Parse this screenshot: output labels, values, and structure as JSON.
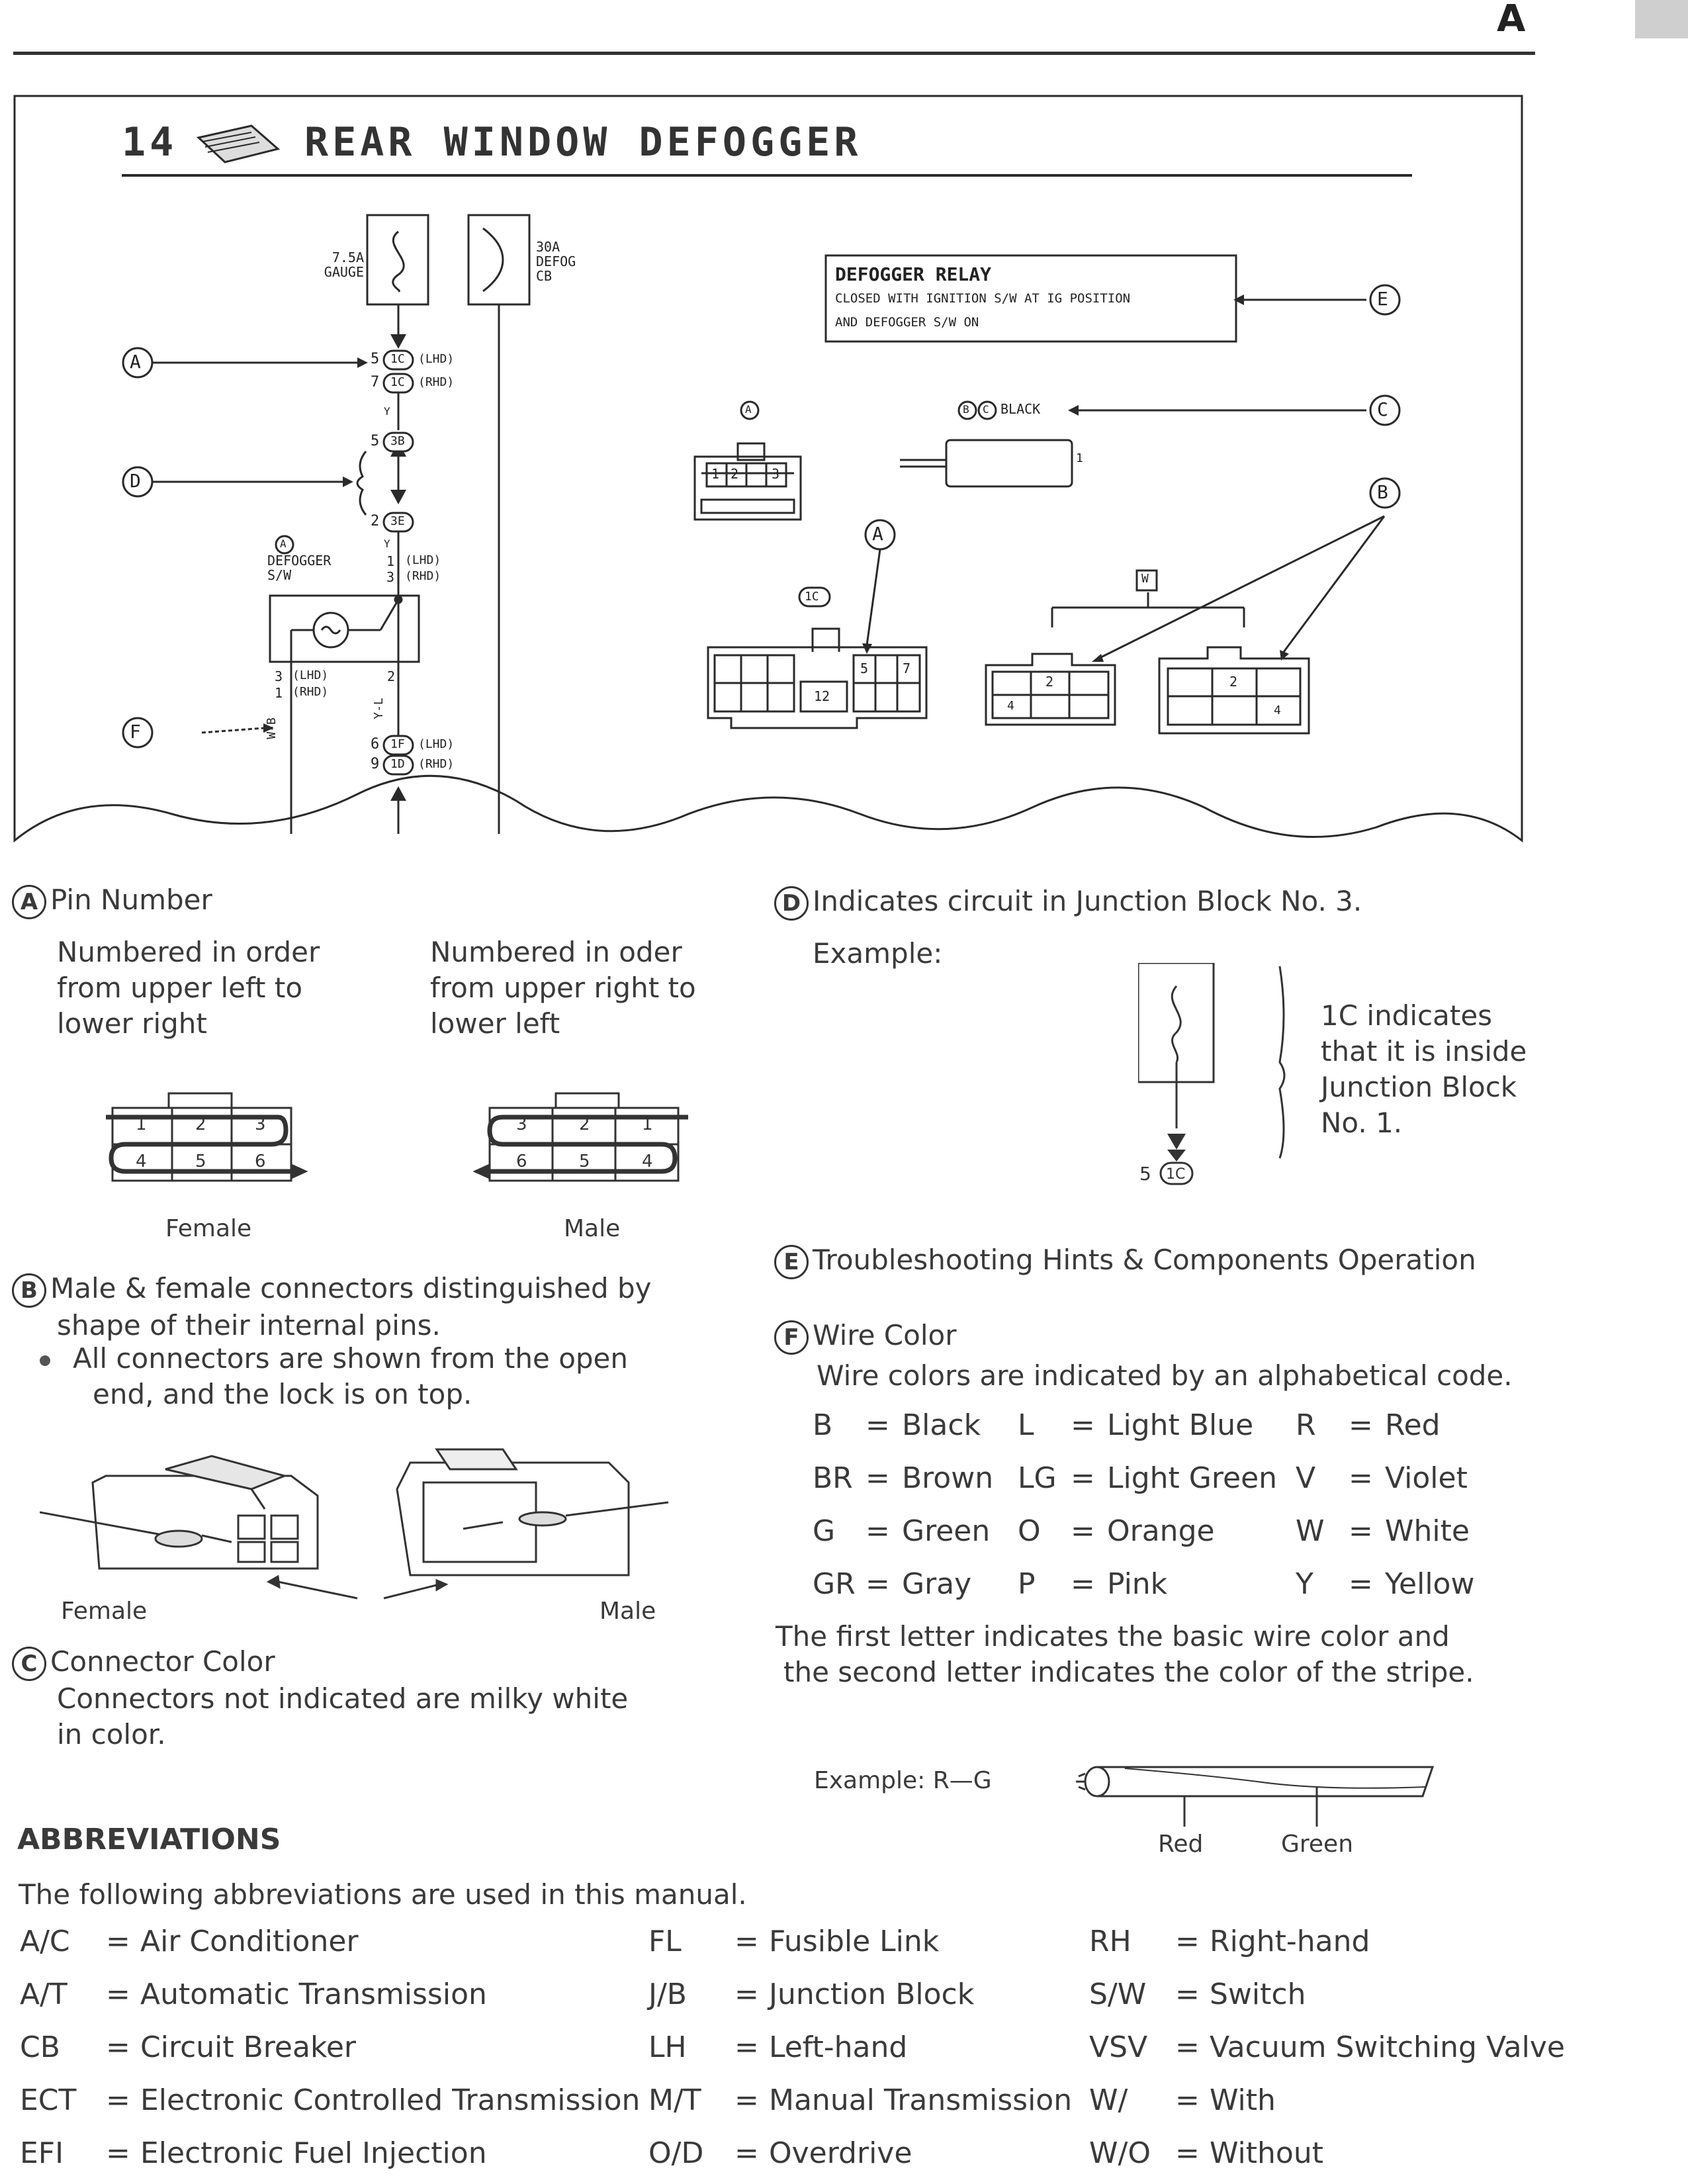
{
  "page_tag": "A",
  "header": {
    "number": "14",
    "title": "REAR WINDOW DEFOGGER"
  },
  "diagram": {
    "fuse_gauge": [
      "7.5A",
      "GAUGE"
    ],
    "fuse_defog": [
      "30A",
      "DEFOG",
      "CB"
    ],
    "callouts": {
      "a": "A",
      "b": "B",
      "c": "C",
      "d": "D",
      "e": "E",
      "f": "F"
    },
    "pin_5_1c": "5",
    "pin_7_1c": "7",
    "jb_1c": "1C",
    "lhd": "(LHD)",
    "rhd": "(RHD)",
    "wire_y": "Y",
    "pin_5_3b": "5",
    "jb_3b": "3B",
    "pin_2_3e": "2",
    "jb_3e": "3E",
    "switch_label": [
      "DEFOGGER",
      "S/W"
    ],
    "sw_pin_1": "1",
    "sw_pin_3": "3",
    "sw_pin_2": "2",
    "sw_pin_3b": "3",
    "sw_pin_1b": "1",
    "wire_wb": "W-B",
    "wire_yl": "Y-L",
    "pin_6_1f": "6",
    "jb_1f": "1F",
    "pin_9_1d": "9",
    "jb_1d": "1D",
    "relay_title": "DEFOGGER RELAY",
    "relay_lines": [
      "CLOSED WITH IGNITION S/W AT IG POSITION",
      "AND DEFOGGER S/W ON"
    ],
    "black": "BLACK",
    "conn_pins_a": [
      "1",
      "2",
      "3"
    ],
    "conn_1c_label": "1C",
    "conn_1c_pins": [
      "12",
      "5",
      "7"
    ],
    "w_label": "W",
    "conn_w_pins_left": [
      "2",
      "4"
    ],
    "conn_w_pins_right": [
      "2",
      "4"
    ],
    "plug_pin": "1"
  },
  "section_a": {
    "letter": "A",
    "title": "Pin Number",
    "left_text": [
      "Numbered in order",
      "from upper left to",
      "lower right"
    ],
    "right_text": [
      "Numbered in oder",
      "from upper right to",
      "lower left"
    ],
    "female_pins_top": [
      "1",
      "2",
      "3"
    ],
    "female_pins_bottom": [
      "4",
      "5",
      "6"
    ],
    "male_pins_top": [
      "3",
      "2",
      "1"
    ],
    "male_pins_bottom": [
      "6",
      "5",
      "4"
    ],
    "female_caption": "Female",
    "male_caption": "Male"
  },
  "section_b": {
    "letter": "B",
    "text": [
      "Male & female connectors distinguished by",
      "shape of their internal pins."
    ],
    "bullet": [
      "All connectors are shown from the open",
      "end, and the lock is on top."
    ],
    "female_caption": "Female",
    "male_caption": "Male"
  },
  "section_c": {
    "letter": "C",
    "title": "Connector Color",
    "text": [
      "Connectors not indicated are milky white",
      "in color."
    ]
  },
  "section_d": {
    "letter": "D",
    "title": "Indicates circuit in Junction Block No. 3.",
    "example": "Example:",
    "note": [
      "1C indicates",
      "that it is inside",
      "Junction Block",
      "No. 1."
    ],
    "pin": "5",
    "jb": "1C"
  },
  "section_e": {
    "letter": "E",
    "title": "Troubleshooting Hints & Components Operation"
  },
  "section_f": {
    "letter": "F",
    "title": "Wire Color",
    "intro": "Wire colors are indicated by an alphabetical code.",
    "codes": [
      [
        "B",
        "=",
        "Black"
      ],
      [
        "L",
        "=",
        "Light Blue"
      ],
      [
        "R",
        "=",
        "Red"
      ],
      [
        "BR",
        "=",
        "Brown"
      ],
      [
        "LG",
        "=",
        "Light Green"
      ],
      [
        "V",
        "=",
        "Violet"
      ],
      [
        "G",
        "=",
        "Green"
      ],
      [
        "O",
        "=",
        "Orange"
      ],
      [
        "W",
        "=",
        "White"
      ],
      [
        "GR",
        "=",
        "Gray"
      ],
      [
        "P",
        "=",
        "Pink"
      ],
      [
        "Y",
        "=",
        "Yellow"
      ]
    ],
    "note": [
      "The first letter indicates the basic wire color and",
      "the second letter indicates the color of the stripe."
    ],
    "example": "Example: R—G",
    "red": "Red",
    "green": "Green"
  },
  "abbreviations": {
    "title": "ABBREVIATIONS",
    "intro": "The following abbreviations are used in this manual.",
    "columns": [
      [
        [
          "A/C",
          "=",
          "Air Conditioner"
        ],
        [
          "A/T",
          "=",
          "Automatic Transmission"
        ],
        [
          "CB",
          "=",
          "Circuit Breaker"
        ],
        [
          "ECT",
          "=",
          "Electronic Controlled Transmission"
        ],
        [
          "EFI",
          "=",
          "Electronic Fuel Injection"
        ]
      ],
      [
        [
          "FL",
          "=",
          "Fusible Link"
        ],
        [
          "J/B",
          "=",
          "Junction Block"
        ],
        [
          "LH",
          "=",
          "Left-hand"
        ],
        [
          "M/T",
          "=",
          "Manual Transmission"
        ],
        [
          "O/D",
          "=",
          "Overdrive"
        ]
      ],
      [
        [
          "RH",
          "=",
          "Right-hand"
        ],
        [
          "S/W",
          "=",
          "Switch"
        ],
        [
          "VSV",
          "=",
          "Vacuum Switching Valve"
        ],
        [
          "W/",
          "=",
          "With"
        ],
        [
          "W/O",
          "=",
          "Without"
        ]
      ]
    ]
  }
}
